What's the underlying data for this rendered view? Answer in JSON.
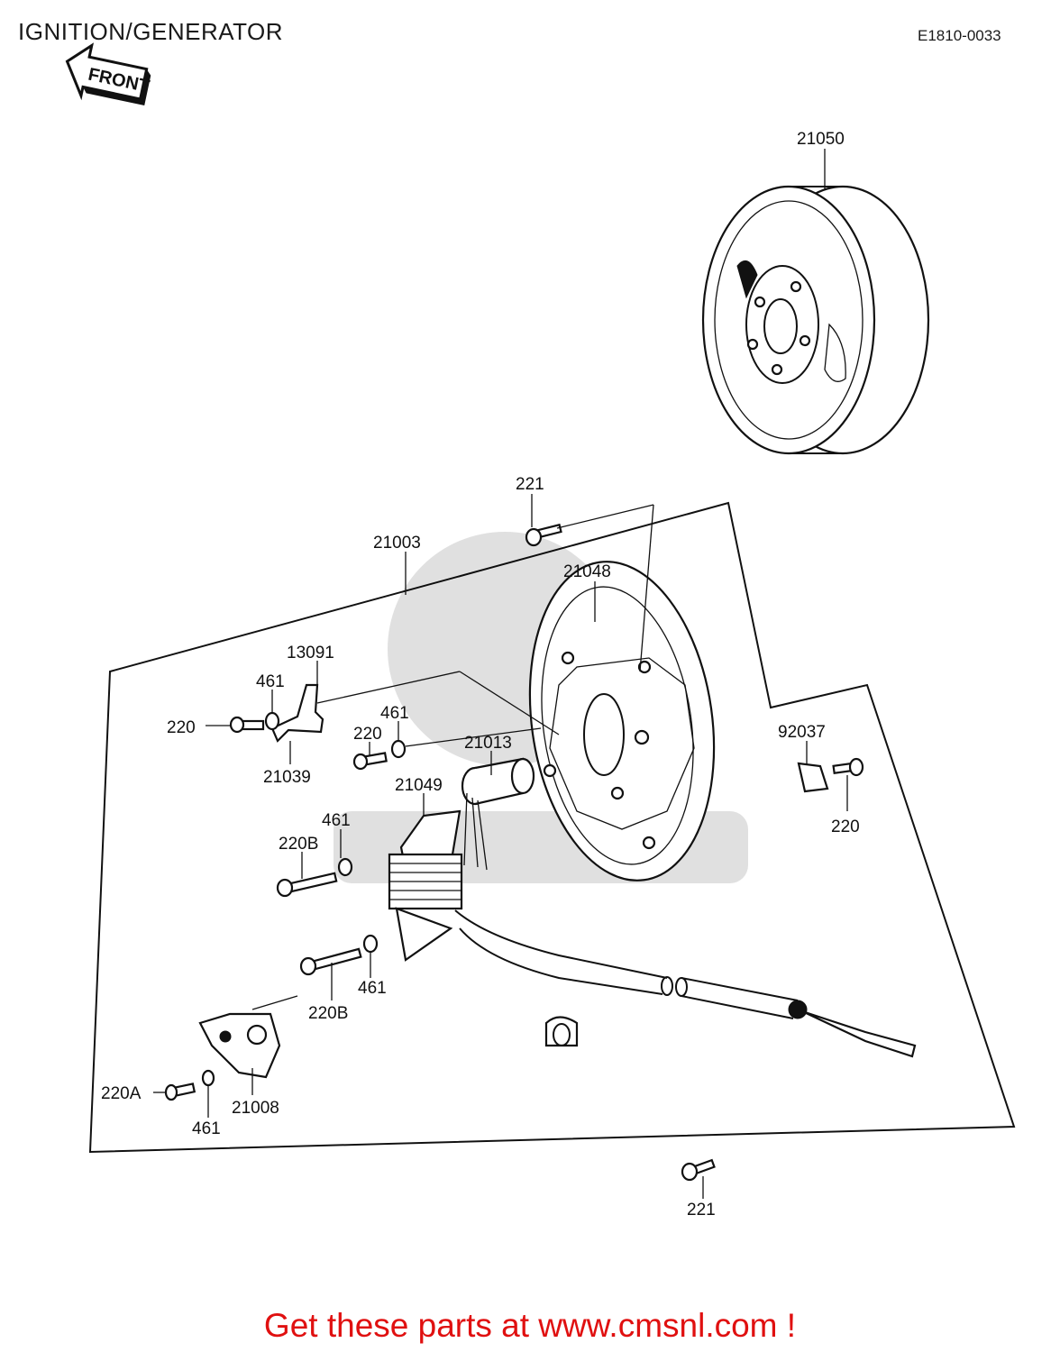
{
  "header": {
    "title": "IGNITION/GENERATOR",
    "diagram_code": "E1810-0033"
  },
  "arrow": {
    "label": "FRONT"
  },
  "callouts": [
    {
      "id": "c-21050",
      "text": "21050"
    },
    {
      "id": "c-221-top",
      "text": "221"
    },
    {
      "id": "c-21003",
      "text": "21003"
    },
    {
      "id": "c-21048",
      "text": "21048"
    },
    {
      "id": "c-13091",
      "text": "13091"
    },
    {
      "id": "c-461-a",
      "text": "461"
    },
    {
      "id": "c-220-a",
      "text": "220"
    },
    {
      "id": "c-21039",
      "text": "21039"
    },
    {
      "id": "c-461-b",
      "text": "461"
    },
    {
      "id": "c-220-b",
      "text": "220"
    },
    {
      "id": "c-21013",
      "text": "21013"
    },
    {
      "id": "c-21049",
      "text": "21049"
    },
    {
      "id": "c-461-c",
      "text": "461"
    },
    {
      "id": "c-220B-a",
      "text": "220B"
    },
    {
      "id": "c-92037",
      "text": "92037"
    },
    {
      "id": "c-220-c",
      "text": "220"
    },
    {
      "id": "c-461-d",
      "text": "461"
    },
    {
      "id": "c-220B-b",
      "text": "220B"
    },
    {
      "id": "c-220A",
      "text": "220A"
    },
    {
      "id": "c-21008",
      "text": "21008"
    },
    {
      "id": "c-461-e",
      "text": "461"
    },
    {
      "id": "c-221-bottom",
      "text": "221"
    }
  ],
  "footer": {
    "text": "Get these parts at www.cmsnl.com !"
  }
}
